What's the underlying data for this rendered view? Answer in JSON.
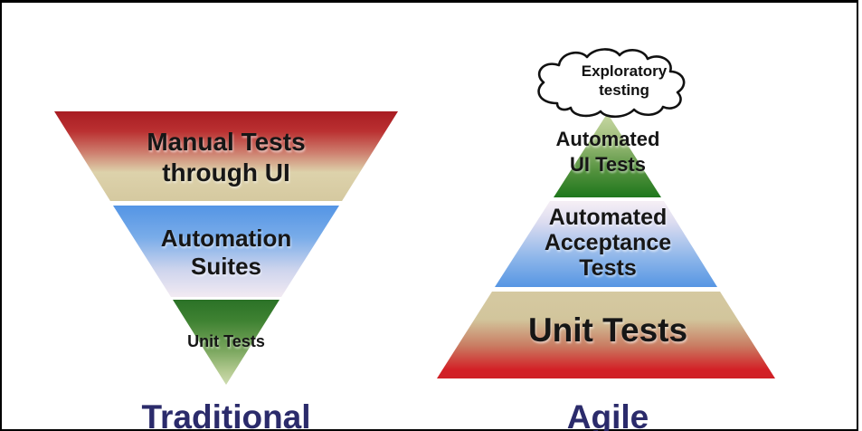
{
  "canvas": {
    "background": "#ffffff",
    "frame_color": "#000000"
  },
  "colors": {
    "title_text": "#2b2b6b",
    "label_text": "#161616",
    "cloud_outline": "#111111",
    "cloud_fill": "#ffffff"
  },
  "left_pyramid": {
    "title": "Traditional",
    "orientation": "inverted",
    "layers": [
      {
        "label_line1": "Manual Tests",
        "label_line2": "through UI",
        "stops": [
          [
            "#a81c22",
            0
          ],
          [
            "#ba3031",
            22
          ],
          [
            "#cd7b6c",
            45
          ],
          [
            "#ddd2ab",
            68
          ],
          [
            "#d5c9a0",
            100
          ]
        ]
      },
      {
        "label_line1": "Automation",
        "label_line2": "Suites",
        "stops": [
          [
            "#5495e5",
            0
          ],
          [
            "#79ace9",
            35
          ],
          [
            "#cdd4ed",
            70
          ],
          [
            "#f2eaf2",
            100
          ]
        ]
      },
      {
        "label_line1": "Unit Tests",
        "stops": [
          [
            "#2b7227",
            0
          ],
          [
            "#3f8232",
            25
          ],
          [
            "#7ba75f",
            60
          ],
          [
            "#b5cb92",
            85
          ],
          [
            "#cedcb0",
            100
          ]
        ]
      }
    ]
  },
  "right_pyramid": {
    "title": "Agile",
    "orientation": "upright",
    "cloud": {
      "line1": "Exploratory",
      "line2": "testing"
    },
    "layers": [
      {
        "label_line1": "Automated",
        "label_line2": "UI Tests",
        "stops": [
          [
            "#c8d8a3",
            0
          ],
          [
            "#a3c07f",
            30
          ],
          [
            "#51903c",
            70
          ],
          [
            "#1e771c",
            100
          ]
        ]
      },
      {
        "label_line1": "Automated",
        "label_line2": "Acceptance",
        "label_line3": "Tests",
        "stops": [
          [
            "#f6eff5",
            0
          ],
          [
            "#dcdcf0",
            25
          ],
          [
            "#8fb7ea",
            65
          ],
          [
            "#5696e3",
            100
          ]
        ]
      },
      {
        "label_line1": "Unit Tests",
        "stops": [
          [
            "#d5c9a1",
            0
          ],
          [
            "#d2c59c",
            32
          ],
          [
            "#c97d63",
            62
          ],
          [
            "#d32026",
            90
          ],
          [
            "#cf2026",
            100
          ]
        ]
      }
    ]
  }
}
